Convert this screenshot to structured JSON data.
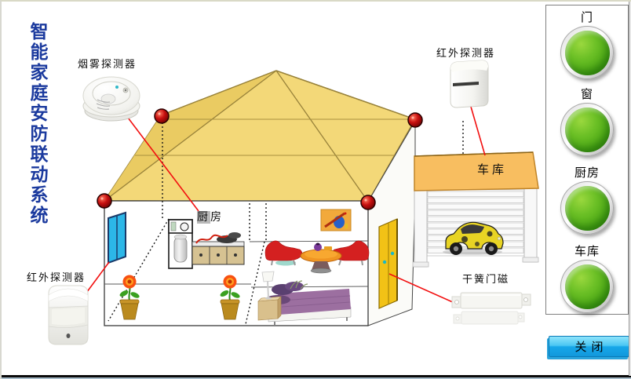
{
  "title": {
    "text": "智能家庭安防联动系统"
  },
  "annotations": {
    "smoke_detector": "烟雾探测器",
    "ir_detector_top": "红外探测器",
    "ir_detector_left": "红外探测器",
    "door_magnet": "干簧门磁"
  },
  "house": {
    "kitchen_label": "厨房",
    "garage_label": "车库"
  },
  "status_panel": {
    "items": [
      {
        "id": "door",
        "label": "门",
        "state": "on"
      },
      {
        "id": "window",
        "label": "窗",
        "state": "on"
      },
      {
        "id": "kitchen",
        "label": "厨房",
        "state": "on"
      },
      {
        "id": "garage",
        "label": "车库",
        "state": "on"
      }
    ]
  },
  "buttons": {
    "close": "关闭"
  },
  "colors": {
    "title_text": "#1b3a9e",
    "lamp_on": "#4aa814",
    "annotation_line": "#f21010",
    "roof": "#f3d878",
    "garage_roof": "#f8be60",
    "door": "#f2c216",
    "window_glass": "#2cb7e8",
    "close_button_top": "#8ee4fb",
    "close_button_bottom": "#1298dc"
  }
}
